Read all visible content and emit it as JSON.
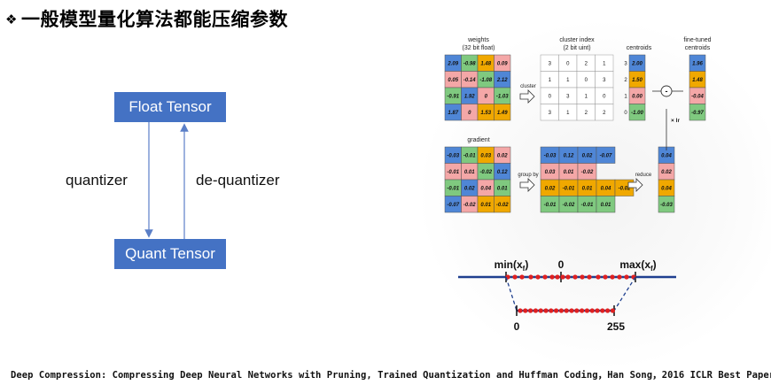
{
  "slide": {
    "bullet": "❖",
    "title": "一般模型量化算法都能压缩参数",
    "citation": "Deep Compression: Compressing Deep Neural Networks with Pruning, Trained Quantization and Huffman Coding，Han Song，2016 ICLR Best Paper"
  },
  "left_diagram": {
    "float_box": "Float Tensor",
    "quant_box": "Quant Tensor",
    "down_label": "quantizer",
    "up_label": "de-quantizer"
  },
  "figure": {
    "weights_title_1": "weights",
    "weights_title_2": "(32 bit float)",
    "index_title_1": "cluster index",
    "index_title_2": "(2 bit uint)",
    "centroids_title": "centroids",
    "finetuned_title_1": "fine-tuned",
    "finetuned_title_2": "centroids",
    "gradient_title": "gradient",
    "cluster_arrow": "cluster",
    "groupby_arrow": "group by",
    "reduce_arrow": "reduce",
    "lr_label": "× lr",
    "minus_sign": "-",
    "weights": [
      [
        "2.09",
        "-0.98",
        "1.48",
        "0.09"
      ],
      [
        "0.05",
        "-0.14",
        "-1.08",
        "2.12"
      ],
      [
        "-0.91",
        "1.92",
        "0",
        "-1.03"
      ],
      [
        "1.87",
        "0",
        "1.53",
        "1.49"
      ]
    ],
    "weight_groups": [
      [
        3,
        0,
        2,
        1
      ],
      [
        1,
        1,
        0,
        3
      ],
      [
        0,
        3,
        1,
        0
      ],
      [
        3,
        1,
        2,
        2
      ]
    ],
    "cluster_index": [
      [
        "3",
        "0",
        "2",
        "1"
      ],
      [
        "1",
        "1",
        "0",
        "3"
      ],
      [
        "0",
        "3",
        "1",
        "0"
      ],
      [
        "3",
        "1",
        "2",
        "2"
      ]
    ],
    "centroid_ids": [
      "3",
      "2",
      "1",
      "0"
    ],
    "centroids": [
      "2.00",
      "1.50",
      "0.00",
      "-1.00"
    ],
    "finetuned": [
      "1.96",
      "1.48",
      "-0.04",
      "-0.97"
    ],
    "gradient": [
      [
        "-0.03",
        "-0.01",
        "0.03",
        "0.02"
      ],
      [
        "-0.01",
        "0.01",
        "-0.02",
        "0.12"
      ],
      [
        "-0.01",
        "0.02",
        "0.04",
        "0.01"
      ],
      [
        "-0.07",
        "-0.02",
        "0.01",
        "-0.02"
      ]
    ],
    "grouped": [
      [
        "-0.03",
        "0.12",
        "0.02",
        "-0.07"
      ],
      [
        "0.03",
        "0.01",
        "-0.02"
      ],
      [
        "0.02",
        "-0.01",
        "0.01",
        "0.04",
        "-0.02"
      ],
      [
        "-0.01",
        "-0.02",
        "-0.01",
        "0.01"
      ]
    ],
    "reduced": [
      "0.04",
      "0.02",
      "0.04",
      "-0.03"
    ],
    "group_colors": [
      "#7fc97f",
      "#f0a800",
      "#f4a7a7",
      "#4f86d6"
    ]
  },
  "number_line": {
    "min_label": "min(x",
    "min_sub": "f",
    "zero_label": "0",
    "max_label": "max(x",
    "max_sub": "f",
    "q_zero": "0",
    "q_max": "255"
  }
}
